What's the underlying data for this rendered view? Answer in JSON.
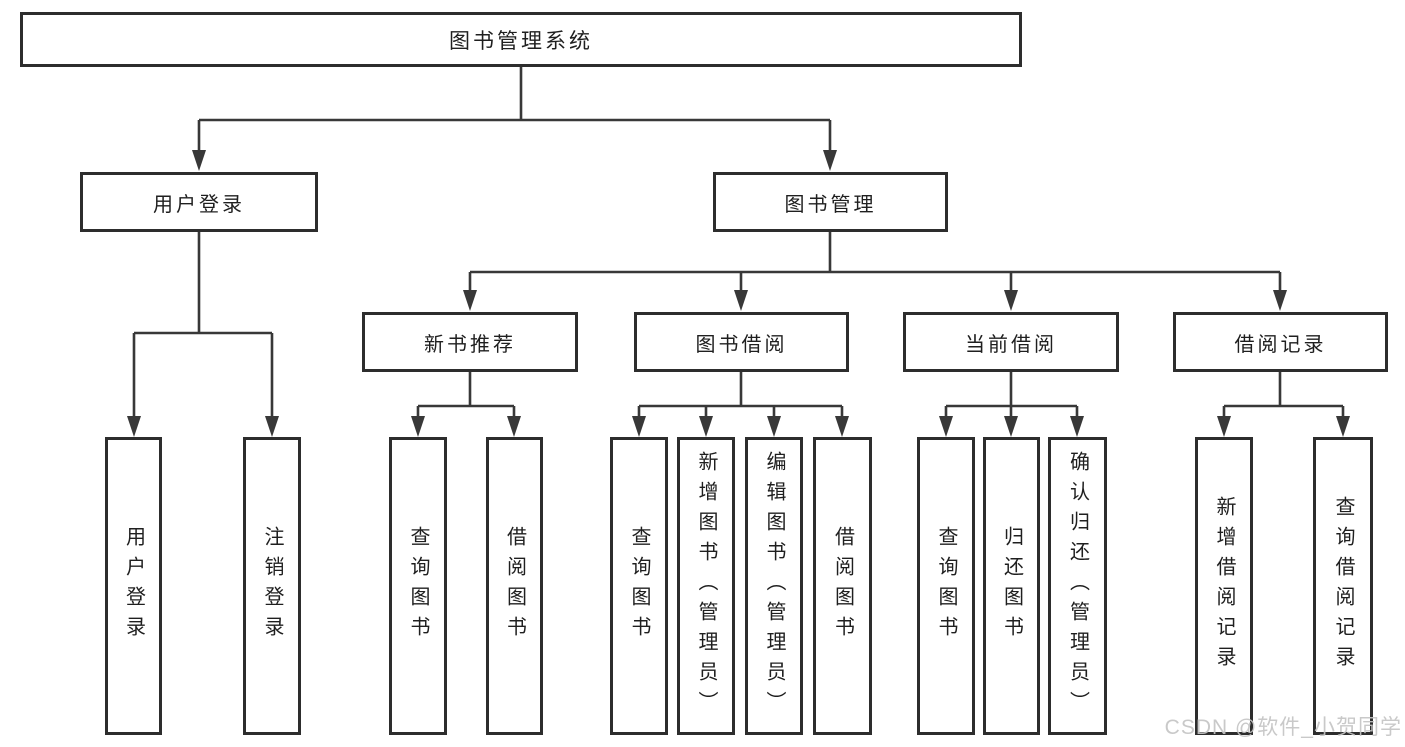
{
  "diagram": {
    "type": "tree",
    "root": {
      "label": "图书管理系统",
      "children": [
        {
          "label": "用户登录",
          "children": [
            {
              "label": "用户登录"
            },
            {
              "label": "注销登录"
            }
          ]
        },
        {
          "label": "图书管理",
          "children": [
            {
              "label": "新书推荐",
              "children": [
                {
                  "label": "查询图书"
                },
                {
                  "label": "借阅图书"
                }
              ]
            },
            {
              "label": "图书借阅",
              "children": [
                {
                  "label": "查询图书"
                },
                {
                  "label": "新增图书（管理员）"
                },
                {
                  "label": "编辑图书（管理员）"
                },
                {
                  "label": "借阅图书"
                }
              ]
            },
            {
              "label": "当前借阅",
              "children": [
                {
                  "label": "查询图书"
                },
                {
                  "label": "归还图书"
                },
                {
                  "label": "确认归还（管理员）"
                }
              ]
            },
            {
              "label": "借阅记录",
              "children": [
                {
                  "label": "新增借阅记录"
                },
                {
                  "label": "查询借阅记录"
                }
              ]
            }
          ]
        }
      ]
    },
    "colors": {
      "line": "#383838",
      "border": "#2d2d2d",
      "text": "#1f1f1f",
      "watermark": "#c4c4c4"
    }
  },
  "watermark": {
    "text": "CSDN @软件_小贺同学"
  }
}
